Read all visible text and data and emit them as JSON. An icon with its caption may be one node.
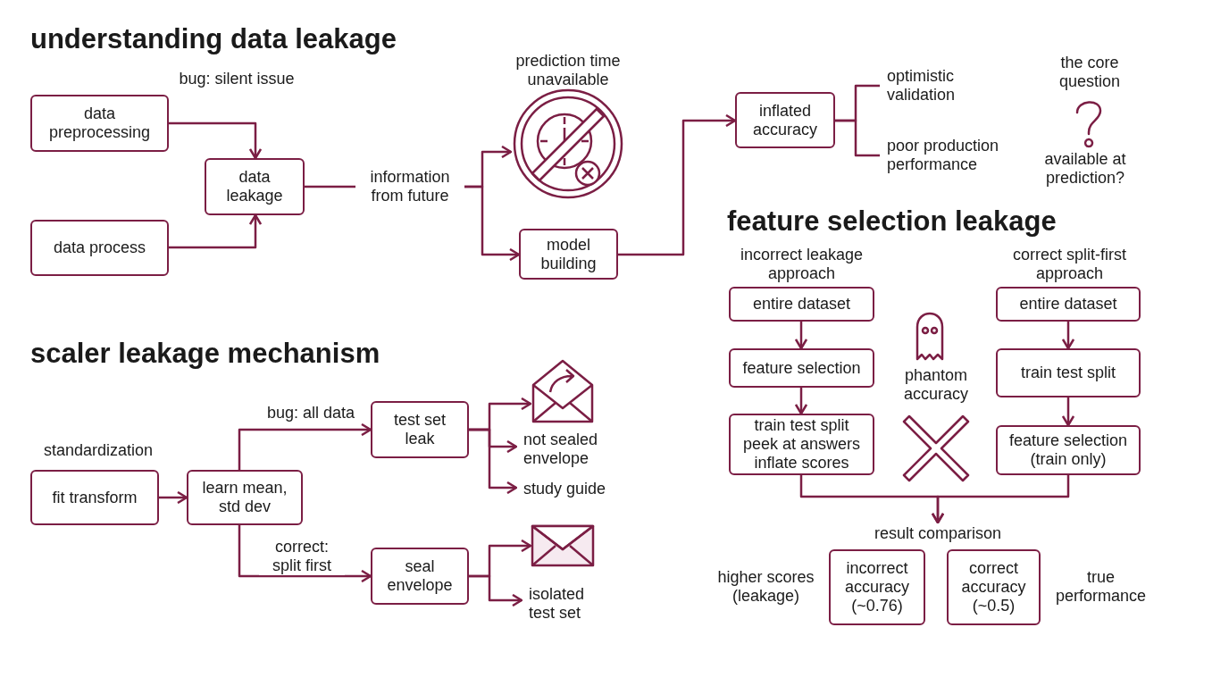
{
  "diagram": {
    "title": "understanding data leakage",
    "nodes": [
      {
        "text": [
          "data preprocessing"
        ]
      },
      {
        "text": [
          "data process"
        ]
      },
      {
        "text": [
          "data leakage"
        ]
      },
      {
        "text": [
          "information from future"
        ]
      },
      {
        "text": [],
        "shape": "picture",
        "beside": [
          "prediction time unavailable"
        ]
      },
      {
        "text": [
          "model building"
        ]
      },
      {
        "text": [
          "inflated accuracy"
        ]
      },
      {
        "text": [
          "optimistic validation"
        ]
      },
      {
        "text": [
          "poor production performance"
        ]
      },
      {
        "text": [
          "fit transform"
        ],
        "beside": [
          "standardization"
        ]
      },
      {
        "text": [
          "learn mean, std dev"
        ]
      },
      {
        "text": [
          "test set leak"
        ]
      },
      {
        "text": [
          "seal envelope"
        ]
      },
      {
        "text": [],
        "shape": "picture"
      },
      {
        "text": [
          "not sealed envelope"
        ]
      },
      {
        "text": [
          "study guide"
        ]
      },
      {
        "text": [],
        "shape": "picture"
      },
      {
        "text": [
          "isolated test set"
        ]
      },
      {
        "text": [
          "entire dataset"
        ],
        "beside": [
          "incorrect leakage approach"
        ]
      },
      {
        "text": [
          "feature selection"
        ]
      },
      {
        "text": [
          "train test split peek at answers inflate scores"
        ]
      },
      {
        "text": [
          "entire dataset"
        ],
        "beside": [
          "correct split-first approach"
        ]
      },
      {
        "text": [
          "train test split"
        ]
      },
      {
        "text": [
          "feature selection (train only)"
        ]
      },
      {
        "text": [
          "result comparison"
        ]
      },
      {
        "text": [
          "incorrect accuracy (~0.76)"
        ],
        "beside": [
          "higher scores (leakage)"
        ]
      },
      {
        "text": [
          "correct accuracy (~0.5)"
        ],
        "beside": [
          "true performance"
        ]
      }
    ],
    "edges": [
      {
        "from": 0,
        "to": 2,
        "arrow": "to",
        "label": "bug: silent issue"
      },
      {
        "from": 1,
        "to": 2,
        "arrow": "to"
      },
      {
        "from": 2,
        "to": 3,
        "arrow": "none"
      },
      {
        "from": 3,
        "to": 4,
        "arrow": "to"
      },
      {
        "from": 3,
        "to": 5,
        "arrow": "to"
      },
      {
        "from": 5,
        "to": 6,
        "arrow": "to"
      },
      {
        "from": 6,
        "to": 7,
        "arrow": "none"
      },
      {
        "from": 6,
        "to": 8,
        "arrow": "none"
      },
      {
        "from": 9,
        "to": 10,
        "arrow": "to"
      },
      {
        "from": 10,
        "to": 11,
        "arrow": "to",
        "label": "bug: all data"
      },
      {
        "from": 10,
        "to": 12,
        "arrow": "to",
        "label": "correct: split first"
      },
      {
        "from": 11,
        "to": 13,
        "arrow": "to"
      },
      {
        "from": 11,
        "to": 14,
        "arrow": "to"
      },
      {
        "from": 11,
        "to": 15,
        "arrow": "to"
      },
      {
        "from": 12,
        "to": 16,
        "arrow": "to"
      },
      {
        "from": 12,
        "to": 17,
        "arrow": "to"
      },
      {
        "from": 18,
        "to": 19,
        "arrow": "to"
      },
      {
        "from": 19,
        "to": 20,
        "arrow": "to"
      },
      {
        "from": 21,
        "to": 22,
        "arrow": "to"
      },
      {
        "from": 22,
        "to": 23,
        "arrow": "to"
      },
      {
        "from": 20,
        "to": 24,
        "arrow": "to"
      },
      {
        "from": 23,
        "to": 24,
        "arrow": "to"
      }
    ],
    "labels": [
      "the core question",
      "available at prediction?",
      "scaler leakage mechanism",
      "feature selection leakage",
      "phantom accuracy"
    ]
  }
}
